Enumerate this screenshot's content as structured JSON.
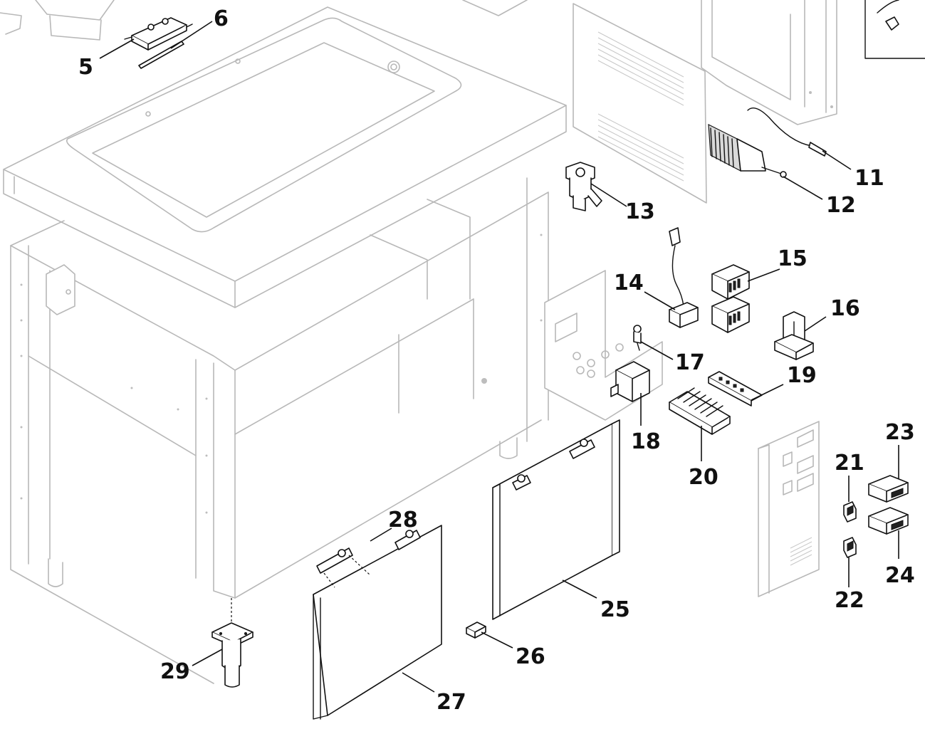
{
  "diagram": {
    "type": "exploded-parts-view",
    "colors": {
      "part_outline": "#111111",
      "context_outline": "#b8b8b8",
      "background": "#ffffff"
    },
    "callouts": [
      {
        "id": "5",
        "label": "5"
      },
      {
        "id": "6",
        "label": "6"
      },
      {
        "id": "11",
        "label": "11"
      },
      {
        "id": "12",
        "label": "12"
      },
      {
        "id": "13",
        "label": "13"
      },
      {
        "id": "14",
        "label": "14"
      },
      {
        "id": "15",
        "label": "15"
      },
      {
        "id": "16",
        "label": "16"
      },
      {
        "id": "17",
        "label": "17"
      },
      {
        "id": "18",
        "label": "18"
      },
      {
        "id": "19",
        "label": "19"
      },
      {
        "id": "20",
        "label": "20"
      },
      {
        "id": "21",
        "label": "21"
      },
      {
        "id": "22",
        "label": "22"
      },
      {
        "id": "23",
        "label": "23"
      },
      {
        "id": "24",
        "label": "24"
      },
      {
        "id": "25",
        "label": "25"
      },
      {
        "id": "26",
        "label": "26"
      },
      {
        "id": "27",
        "label": "27"
      },
      {
        "id": "28",
        "label": "28"
      },
      {
        "id": "29",
        "label": "29"
      }
    ]
  }
}
